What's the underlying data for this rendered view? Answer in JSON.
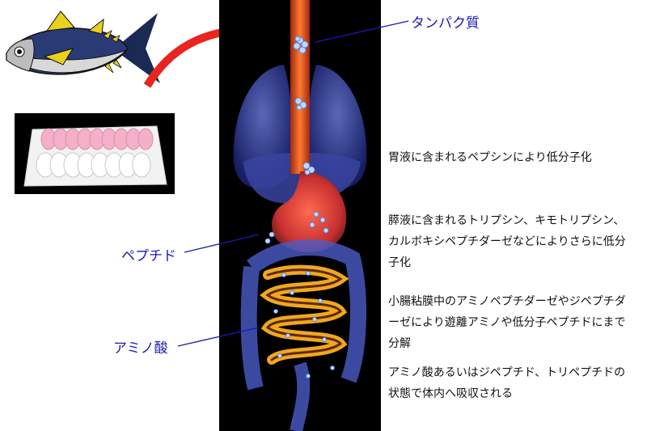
{
  "labels": {
    "protein": "タンパク質",
    "peptide": "ペプチド",
    "amino_acid": "アミノ酸"
  },
  "descriptions": [
    "胃液に含まれるペプシンにより低分子化",
    "膵液に含まれるトリプシン、キモトリプシン、カルボキシペプチダーゼなどによりさらに低分子化",
    "小腸粘膜中のアミノペプチダーゼやジペプチダーゼにより遊離アミノや低分子ペプチドにまで分解",
    "アミノ酸あるいはジペプチド、トリペプチドの状態で体内へ吸収される"
  ],
  "colors": {
    "label_text": "#1a1ab8",
    "arrow": "#e8251f",
    "panel_bg": "#000000",
    "esophagus": "#f06020",
    "intestine_glow": "#ffb020"
  },
  "icons": {
    "fish": "tuna-illustration",
    "supplement": "tablet-blister-pack"
  }
}
